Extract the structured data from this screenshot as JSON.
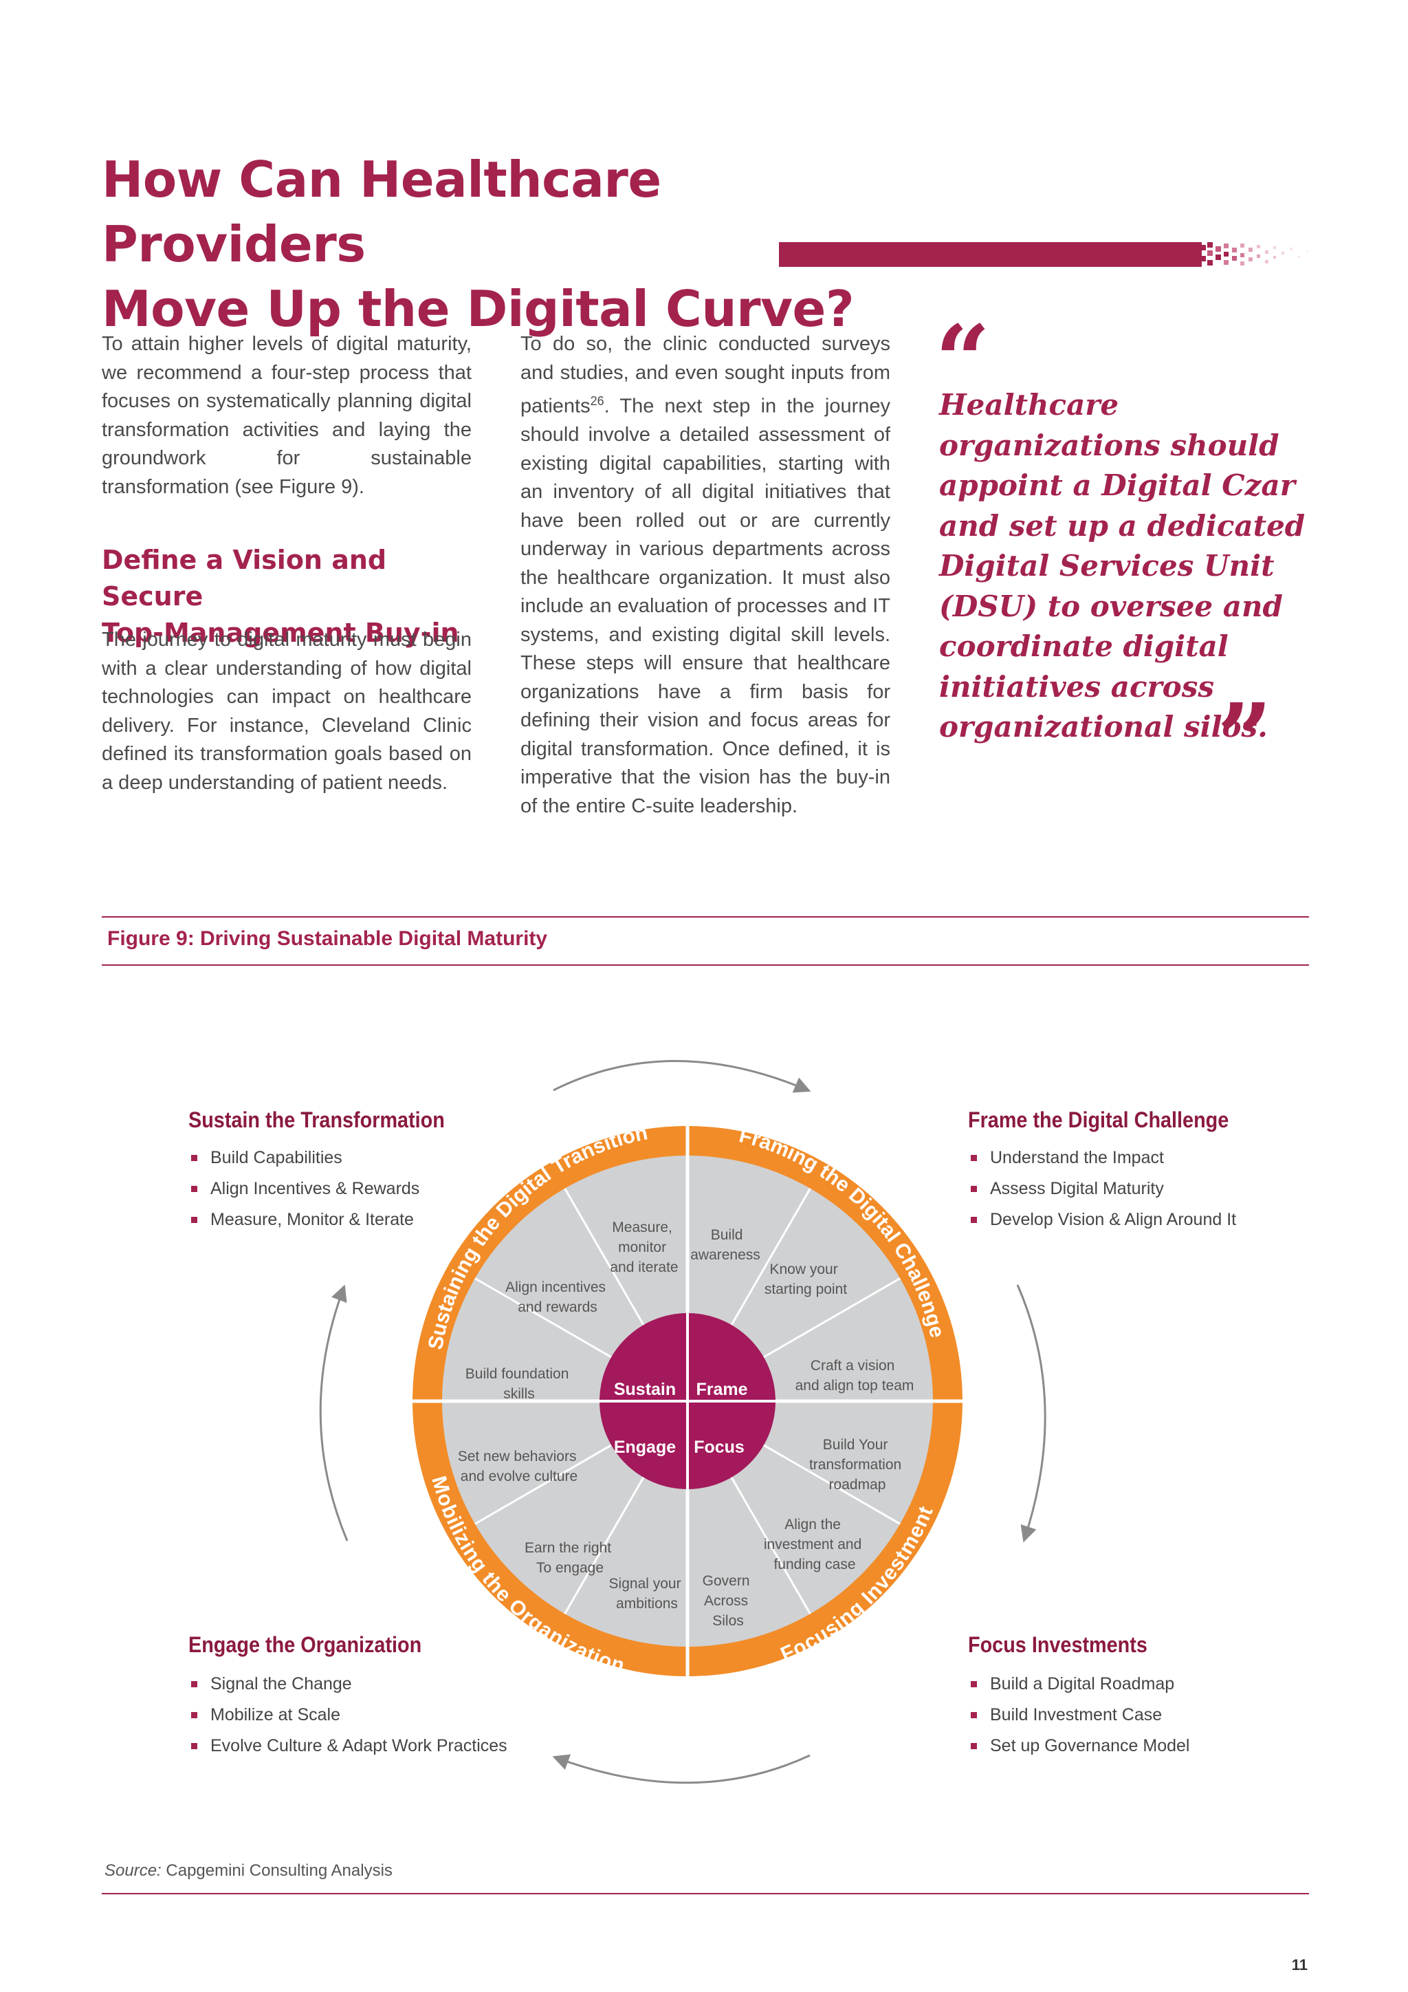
{
  "heading": {
    "line1": "How Can Healthcare Providers",
    "line2": "Move Up the Digital Curve?"
  },
  "intro": "To attain higher levels of digital maturity, we recommend a four-step process that focuses on systematically planning digital transformation activities and laying the groundwork for sustainable transformation (see Figure 9).",
  "subheading": {
    "line1": "Define a Vision and Secure",
    "line2": "Top-Management Buy-in"
  },
  "col1_body": "The journey to digital maturity must begin with a clear understanding of how digital technologies can impact on healthcare delivery. For instance, Cleveland Clinic defined its transformation goals based on a deep understanding of patient needs.",
  "col2": {
    "p1": "To do so, the clinic conducted surveys and studies, and even sought inputs from patients",
    "ref": "26",
    "p2": ". The next step in the journey should involve a detailed assessment of existing digital capabilities, starting with an inventory of all digital initiatives that have been rolled out or are currently underway in various departments across the healthcare organization. It must also include an evaluation of processes and IT systems, and existing digital skill levels. These steps will ensure that healthcare organizations have a firm basis for defining their vision and focus areas for digital transformation. Once defined, it is imperative that the vision has the buy-in of the entire C-suite leadership."
  },
  "pullquote": {
    "open": "“",
    "text": "Healthcare organizations should appoint a Digital Czar and set up a dedicated Digital Services Unit (DSU) to oversee and coordinate digital initiatives across organizational silos.",
    "close": "”"
  },
  "figure_caption": "Figure 9: Driving Sustainable Digital Maturity",
  "diagram": {
    "ring_labels": {
      "top_left": "Sustaining the Digital Transition",
      "top_right": "Framing the Digital Challenge",
      "bottom_left": "Mobilizing the Organization",
      "bottom_right": "Focusing Investment"
    },
    "center": {
      "sustain": "Sustain",
      "frame": "Frame",
      "engage": "Engage",
      "focus": "Focus"
    },
    "segments": {
      "s1": [
        "Measure,",
        "monitor",
        "and iterate"
      ],
      "s2": [
        "Build",
        "awareness"
      ],
      "s3": [
        "Know your",
        "starting point"
      ],
      "s4": [
        "Align incentives",
        "and rewards"
      ],
      "s5": [
        "Craft a vision",
        "and align top team"
      ],
      "s6": [
        "Build foundation",
        "skills"
      ],
      "s7": [
        "Build Your",
        "transformation",
        "roadmap"
      ],
      "s8": [
        "Set new behaviors",
        "and evolve culture"
      ],
      "s9": [
        "Align the",
        "investment and",
        "funding case"
      ],
      "s10": [
        "Earn the right",
        "To engage"
      ],
      "s11": [
        "Signal your",
        "ambitions"
      ],
      "s12": [
        "Govern",
        "Across",
        "Silos"
      ]
    }
  },
  "blocks": {
    "sustain": {
      "title": "Sustain the Transformation",
      "items": [
        "Build Capabilities",
        "Align Incentives & Rewards",
        "Measure, Monitor & Iterate"
      ]
    },
    "frame": {
      "title": "Frame the Digital Challenge",
      "items": [
        "Understand the Impact",
        "Assess Digital Maturity",
        "Develop Vision & Align Around It"
      ]
    },
    "engage": {
      "title": "Engage the Organization",
      "items": [
        "Signal the Change",
        "Mobilize at Scale",
        "Evolve Culture & Adapt Work Practices"
      ]
    },
    "focus": {
      "title": "Focus Investments",
      "items": [
        "Build a Digital Roadmap",
        "Build Investment Case",
        "Set up Governance Model"
      ]
    }
  },
  "source": {
    "label": "Source:",
    "text": " Capgemini Consulting Analysis"
  },
  "page_number": "11",
  "colors": {
    "brand": "#a3234d",
    "ring": "#f28c28",
    "segment": "#d0d1d3",
    "hub": "#a3195b"
  }
}
